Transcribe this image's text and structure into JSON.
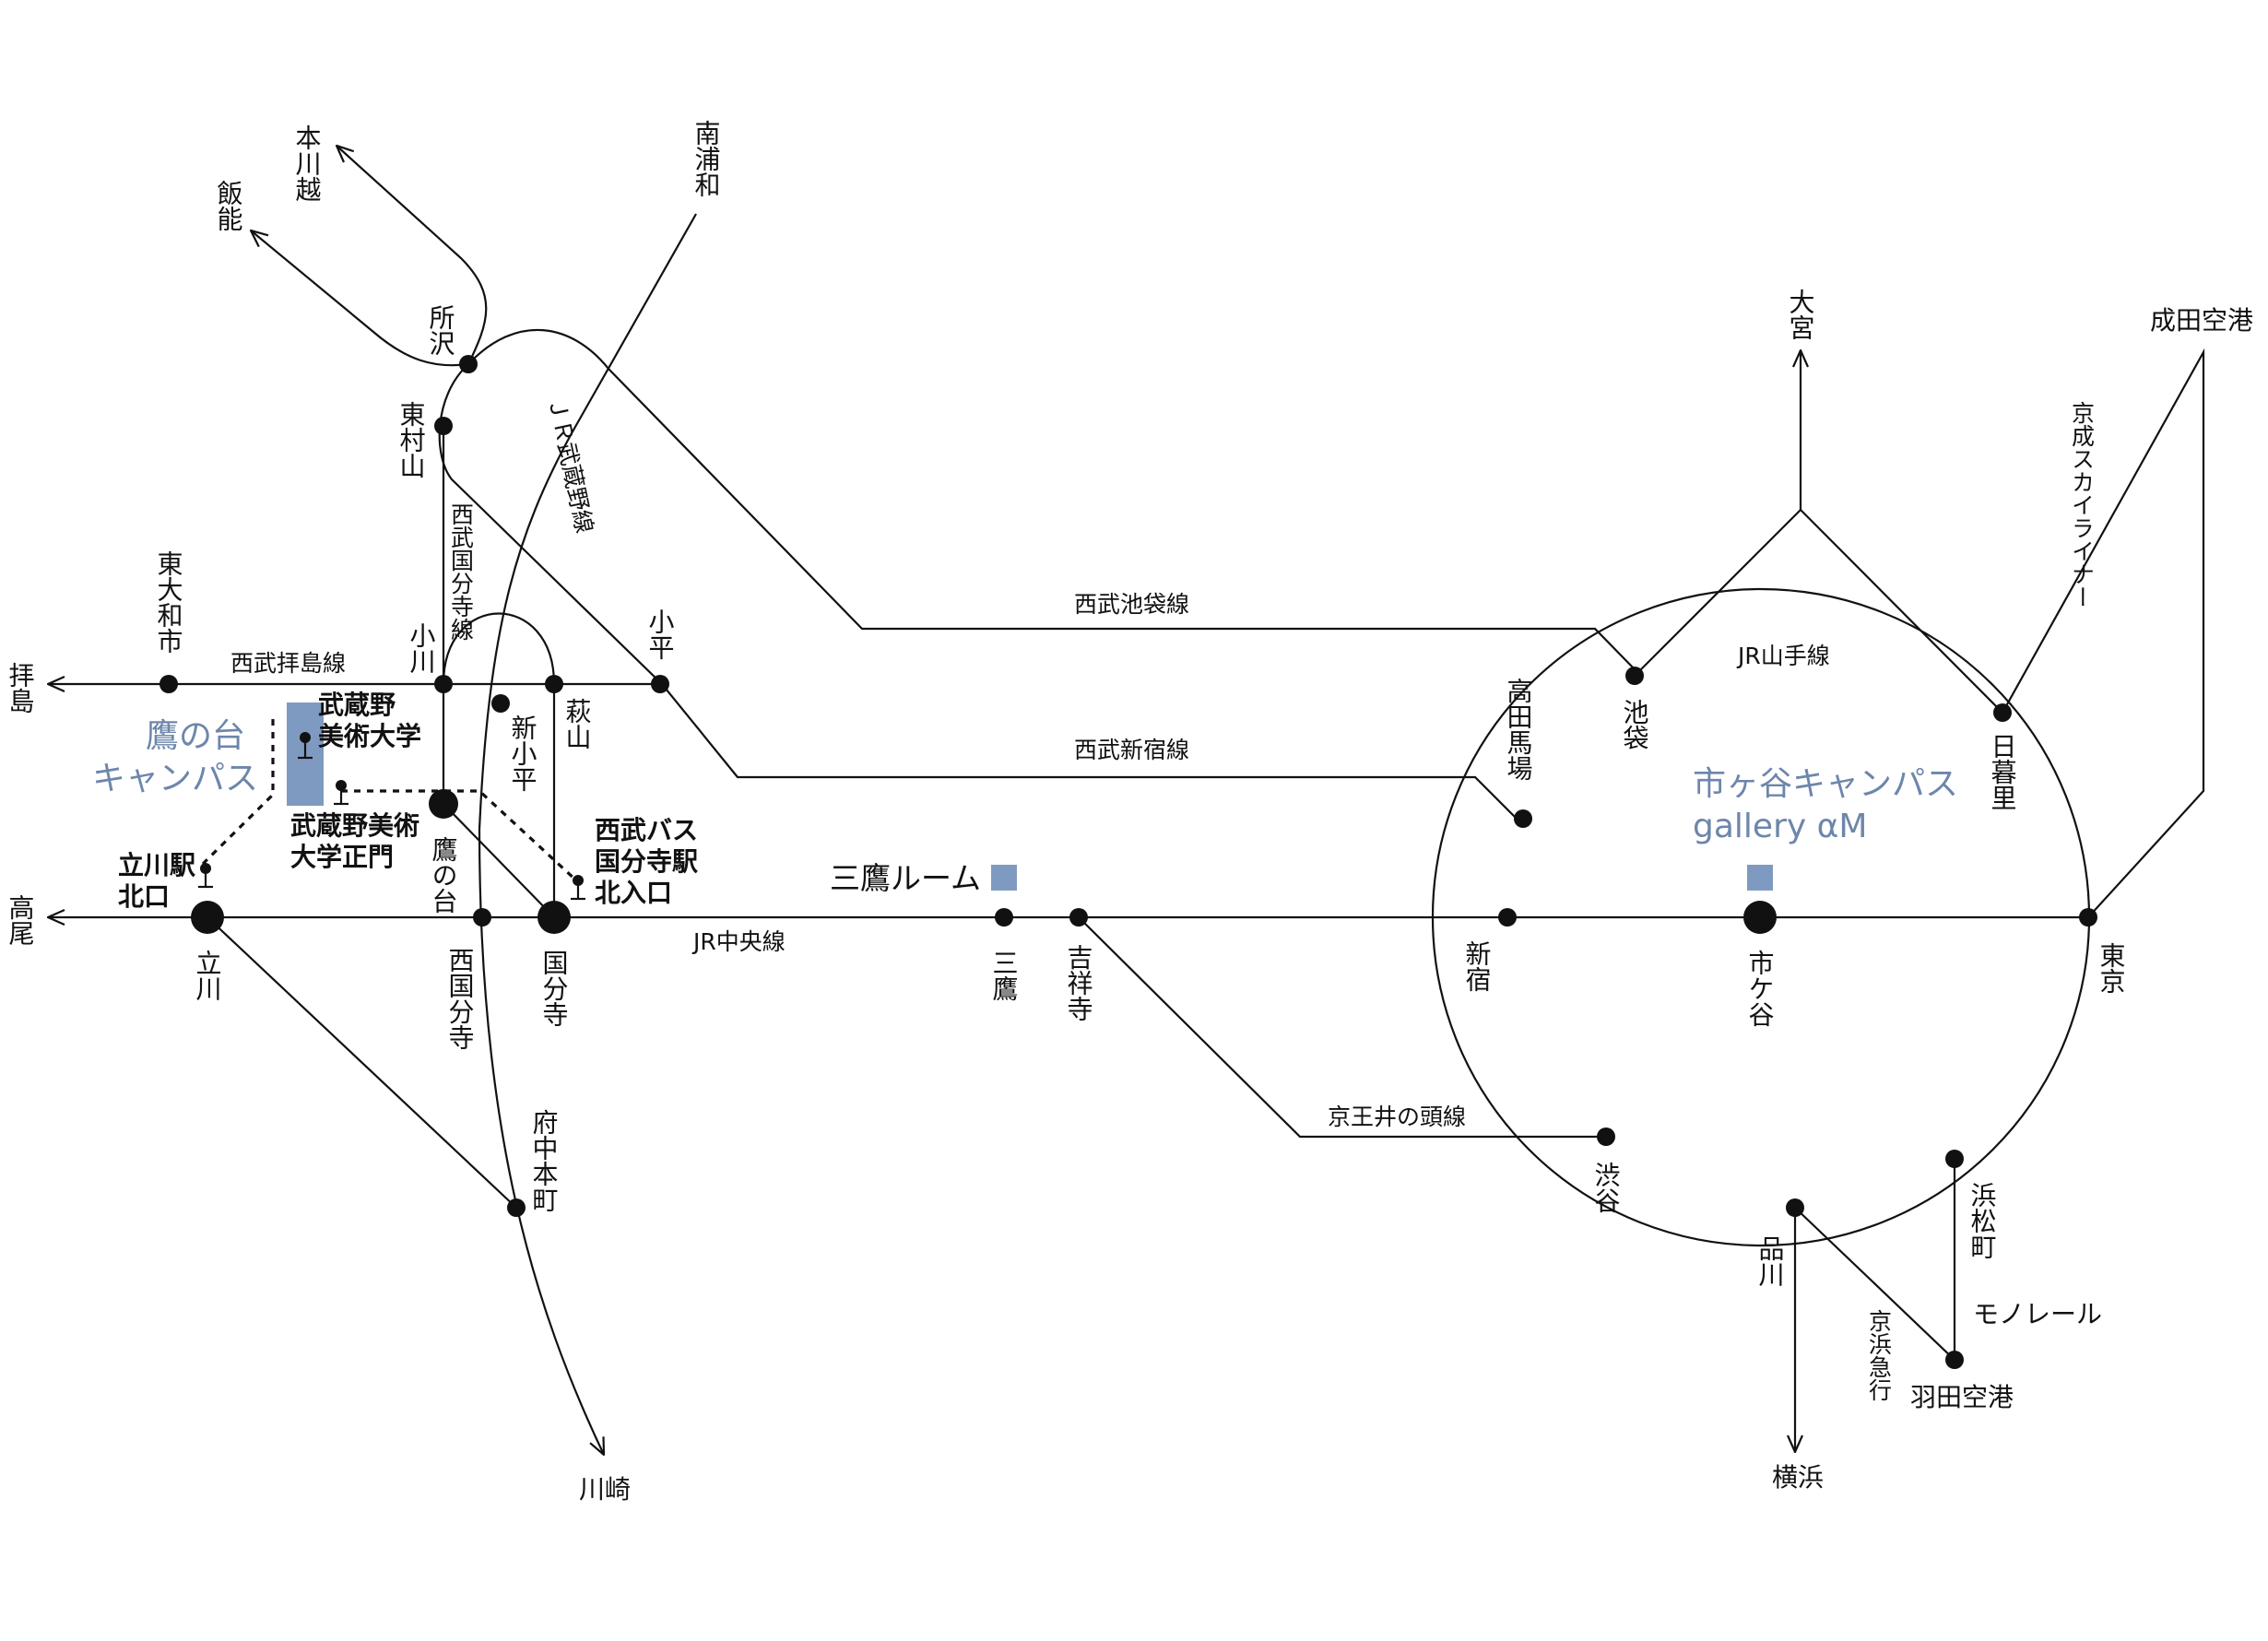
{
  "colors": {
    "line": "#111111",
    "campus": "#7f9ac0",
    "campus_text": "#6d86ab",
    "background": "#ffffff"
  },
  "campuses": {
    "takanodai": {
      "line1": "鷹の台",
      "line2": "キャンパス"
    },
    "ichigaya": {
      "line1": "市ヶ谷キャンパス",
      "line2": "gallery αM"
    },
    "mitaka_room": "三鷹ルーム"
  },
  "lines": {
    "jr_musashino": "ＪＲ武蔵野線",
    "seibu_kokubunji": "西武国分寺線",
    "seibu_haijima": "西武拝島線",
    "seibu_ikebukuro": "西武池袋線",
    "seibu_shinjuku": "西武新宿線",
    "jr_chuo": "JR中央線",
    "keio_inokashira": "京王井の頭線",
    "jr_yamanote": "JR山手線",
    "keisei_skyliner": "京成スカイライナー",
    "monorail": "モノレール",
    "keikyu": "京浜急行"
  },
  "stations": {
    "hon_kawagoe": "本川越",
    "hanno": "飯能",
    "tokorozawa": "所沢",
    "higashimurayama": "東村山",
    "minami_urawa": "南浦和",
    "higashiyamato": "東大和市",
    "ogawa": "小川",
    "kodaira": "小平",
    "shin_kodaira": "新小平",
    "hagiyama": "萩山",
    "takanodai": "鷹の台",
    "tachikawa": "立川",
    "nishi_kokubunji": "西国分寺",
    "kokubunji": "国分寺",
    "fuchu_honmachi": "府中本町",
    "kawasaki": "川崎",
    "mitaka": "三鷹",
    "kichijoji": "吉祥寺",
    "shinjuku": "新宿",
    "ichigaya": "市ケ谷",
    "tokyo": "東京",
    "takadanobaba": "高田馬場",
    "ikebukuro": "池袋",
    "nippori": "日暮里",
    "shibuya": "渋谷",
    "shinagawa": "品川",
    "hamamatsucho": "浜松町",
    "haneda": "羽田空港",
    "omiya": "大宮",
    "narita": "成田空港",
    "yokohama": "横浜",
    "haijima": "拝島",
    "takao": "高尾"
  },
  "stops": {
    "musabi": "武蔵野美術大学",
    "musabi_gate": "武蔵野美術大学正門",
    "tachikawa_north": "立川駅北口",
    "seibu_bus": "西武バス国分寺駅北入口"
  }
}
